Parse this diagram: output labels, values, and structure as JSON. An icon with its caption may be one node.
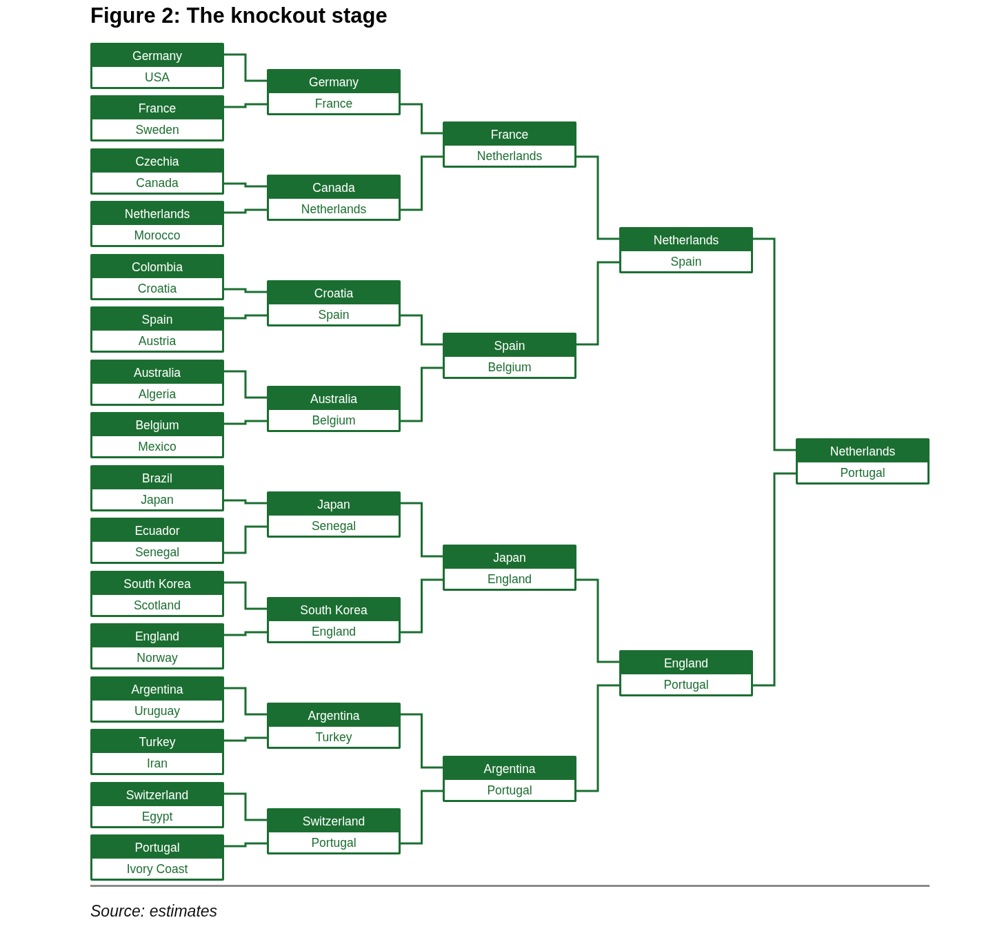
{
  "diagram": {
    "title": "Figure 2: The knockout stage",
    "caption": "Source: estimates",
    "nodes": [
      {
        "text": [
          "Germany",
          "USA"
        ]
      },
      {
        "text": [
          "France",
          "Sweden"
        ]
      },
      {
        "text": [
          "Czechia",
          "Canada"
        ]
      },
      {
        "text": [
          "Netherlands",
          "Morocco"
        ]
      },
      {
        "text": [
          "Colombia",
          "Croatia"
        ]
      },
      {
        "text": [
          "Spain",
          "Austria"
        ]
      },
      {
        "text": [
          "Australia",
          "Algeria"
        ]
      },
      {
        "text": [
          "Belgium",
          "Mexico"
        ]
      },
      {
        "text": [
          "Brazil",
          "Japan"
        ]
      },
      {
        "text": [
          "Ecuador",
          "Senegal"
        ]
      },
      {
        "text": [
          "South Korea",
          "Scotland"
        ]
      },
      {
        "text": [
          "England",
          "Norway"
        ]
      },
      {
        "text": [
          "Argentina",
          "Uruguay"
        ]
      },
      {
        "text": [
          "Turkey",
          "Iran"
        ]
      },
      {
        "text": [
          "Switzerland",
          "Egypt"
        ]
      },
      {
        "text": [
          "Portugal",
          "Ivory Coast"
        ]
      },
      {
        "text": [
          "Germany",
          "France"
        ]
      },
      {
        "text": [
          "Canada",
          "Netherlands"
        ]
      },
      {
        "text": [
          "Croatia",
          "Spain"
        ]
      },
      {
        "text": [
          "Australia",
          "Belgium"
        ]
      },
      {
        "text": [
          "Japan",
          "Senegal"
        ]
      },
      {
        "text": [
          "South Korea",
          "England"
        ]
      },
      {
        "text": [
          "Argentina",
          "Turkey"
        ]
      },
      {
        "text": [
          "Switzerland",
          "Portugal"
        ]
      },
      {
        "text": [
          "France",
          "Netherlands"
        ]
      },
      {
        "text": [
          "Spain",
          "Belgium"
        ]
      },
      {
        "text": [
          "Japan",
          "England"
        ]
      },
      {
        "text": [
          "Argentina",
          "Portugal"
        ]
      },
      {
        "text": [
          "Netherlands",
          "Spain"
        ]
      },
      {
        "text": [
          "England",
          "Portugal"
        ]
      },
      {
        "text": [
          "Netherlands",
          "Portugal"
        ]
      }
    ],
    "edges": [
      {
        "from": 0,
        "to": 16,
        "arrow": "none"
      },
      {
        "from": 1,
        "to": 16,
        "arrow": "none"
      },
      {
        "from": 2,
        "to": 17,
        "arrow": "none"
      },
      {
        "from": 3,
        "to": 17,
        "arrow": "none"
      },
      {
        "from": 4,
        "to": 18,
        "arrow": "none"
      },
      {
        "from": 5,
        "to": 18,
        "arrow": "none"
      },
      {
        "from": 6,
        "to": 19,
        "arrow": "none"
      },
      {
        "from": 7,
        "to": 19,
        "arrow": "none"
      },
      {
        "from": 8,
        "to": 20,
        "arrow": "none"
      },
      {
        "from": 9,
        "to": 20,
        "arrow": "none"
      },
      {
        "from": 10,
        "to": 21,
        "arrow": "none"
      },
      {
        "from": 11,
        "to": 21,
        "arrow": "none"
      },
      {
        "from": 12,
        "to": 22,
        "arrow": "none"
      },
      {
        "from": 13,
        "to": 22,
        "arrow": "none"
      },
      {
        "from": 14,
        "to": 23,
        "arrow": "none"
      },
      {
        "from": 15,
        "to": 23,
        "arrow": "none"
      },
      {
        "from": 16,
        "to": 24,
        "arrow": "none"
      },
      {
        "from": 17,
        "to": 24,
        "arrow": "none"
      },
      {
        "from": 18,
        "to": 25,
        "arrow": "none"
      },
      {
        "from": 19,
        "to": 25,
        "arrow": "none"
      },
      {
        "from": 20,
        "to": 26,
        "arrow": "none"
      },
      {
        "from": 21,
        "to": 26,
        "arrow": "none"
      },
      {
        "from": 22,
        "to": 27,
        "arrow": "none"
      },
      {
        "from": 23,
        "to": 27,
        "arrow": "none"
      },
      {
        "from": 24,
        "to": 28,
        "arrow": "none"
      },
      {
        "from": 25,
        "to": 28,
        "arrow": "none"
      },
      {
        "from": 26,
        "to": 29,
        "arrow": "none"
      },
      {
        "from": 27,
        "to": 29,
        "arrow": "none"
      },
      {
        "from": 28,
        "to": 30,
        "arrow": "none"
      },
      {
        "from": 29,
        "to": 30,
        "arrow": "none"
      }
    ]
  }
}
